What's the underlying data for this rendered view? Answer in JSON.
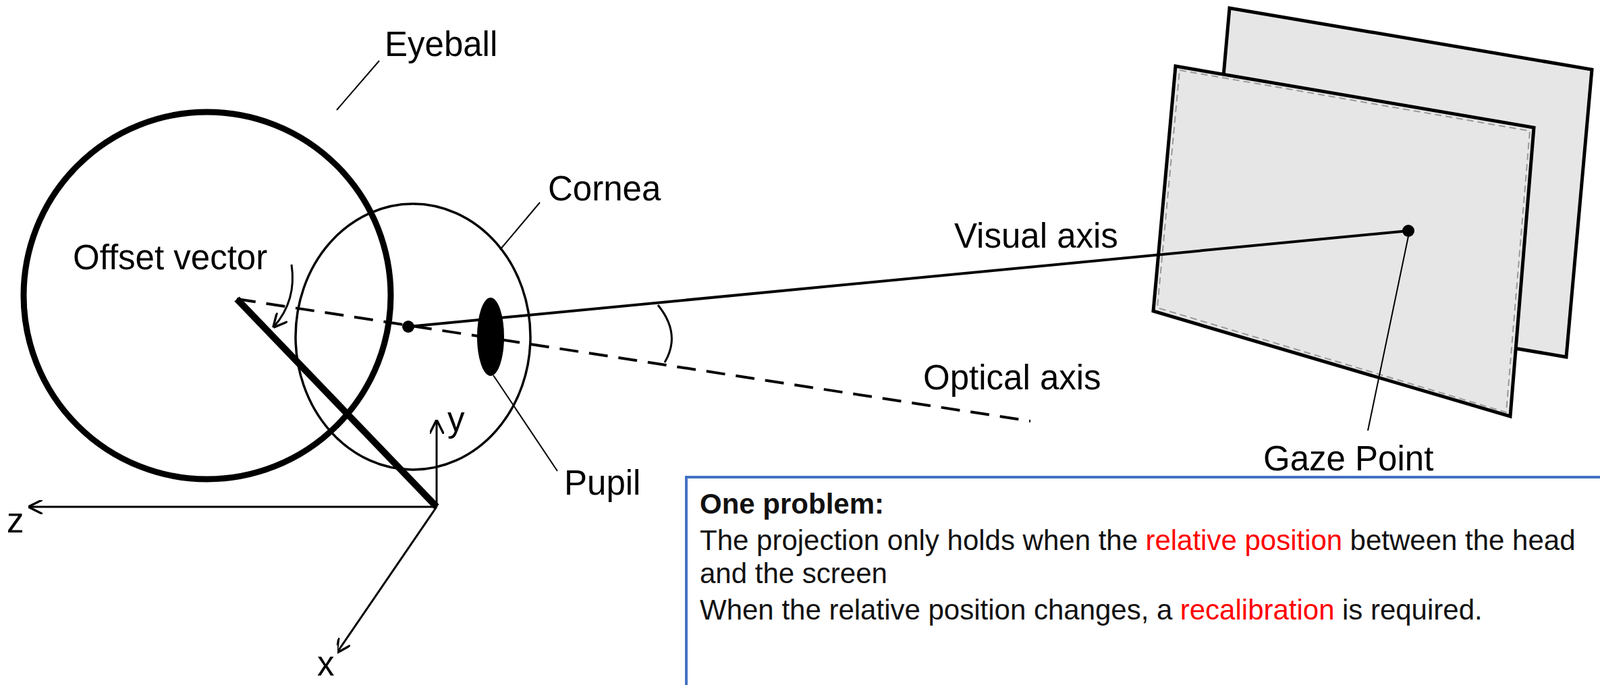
{
  "diagram": {
    "nodes": [
      {
        "text": [
          "One problem:",
          "The projection only holds when the",
          "relative position",
          "between the head and the screen",
          "When the relative position changes, a",
          "recalibration",
          "is required."
        ]
      }
    ],
    "labels": [
      "Eyeball",
      "Cornea",
      "Offset vector",
      "Visual axis",
      "Optical axis",
      "Pupil",
      "Gaze Point",
      "z",
      "y",
      "x"
    ]
  }
}
